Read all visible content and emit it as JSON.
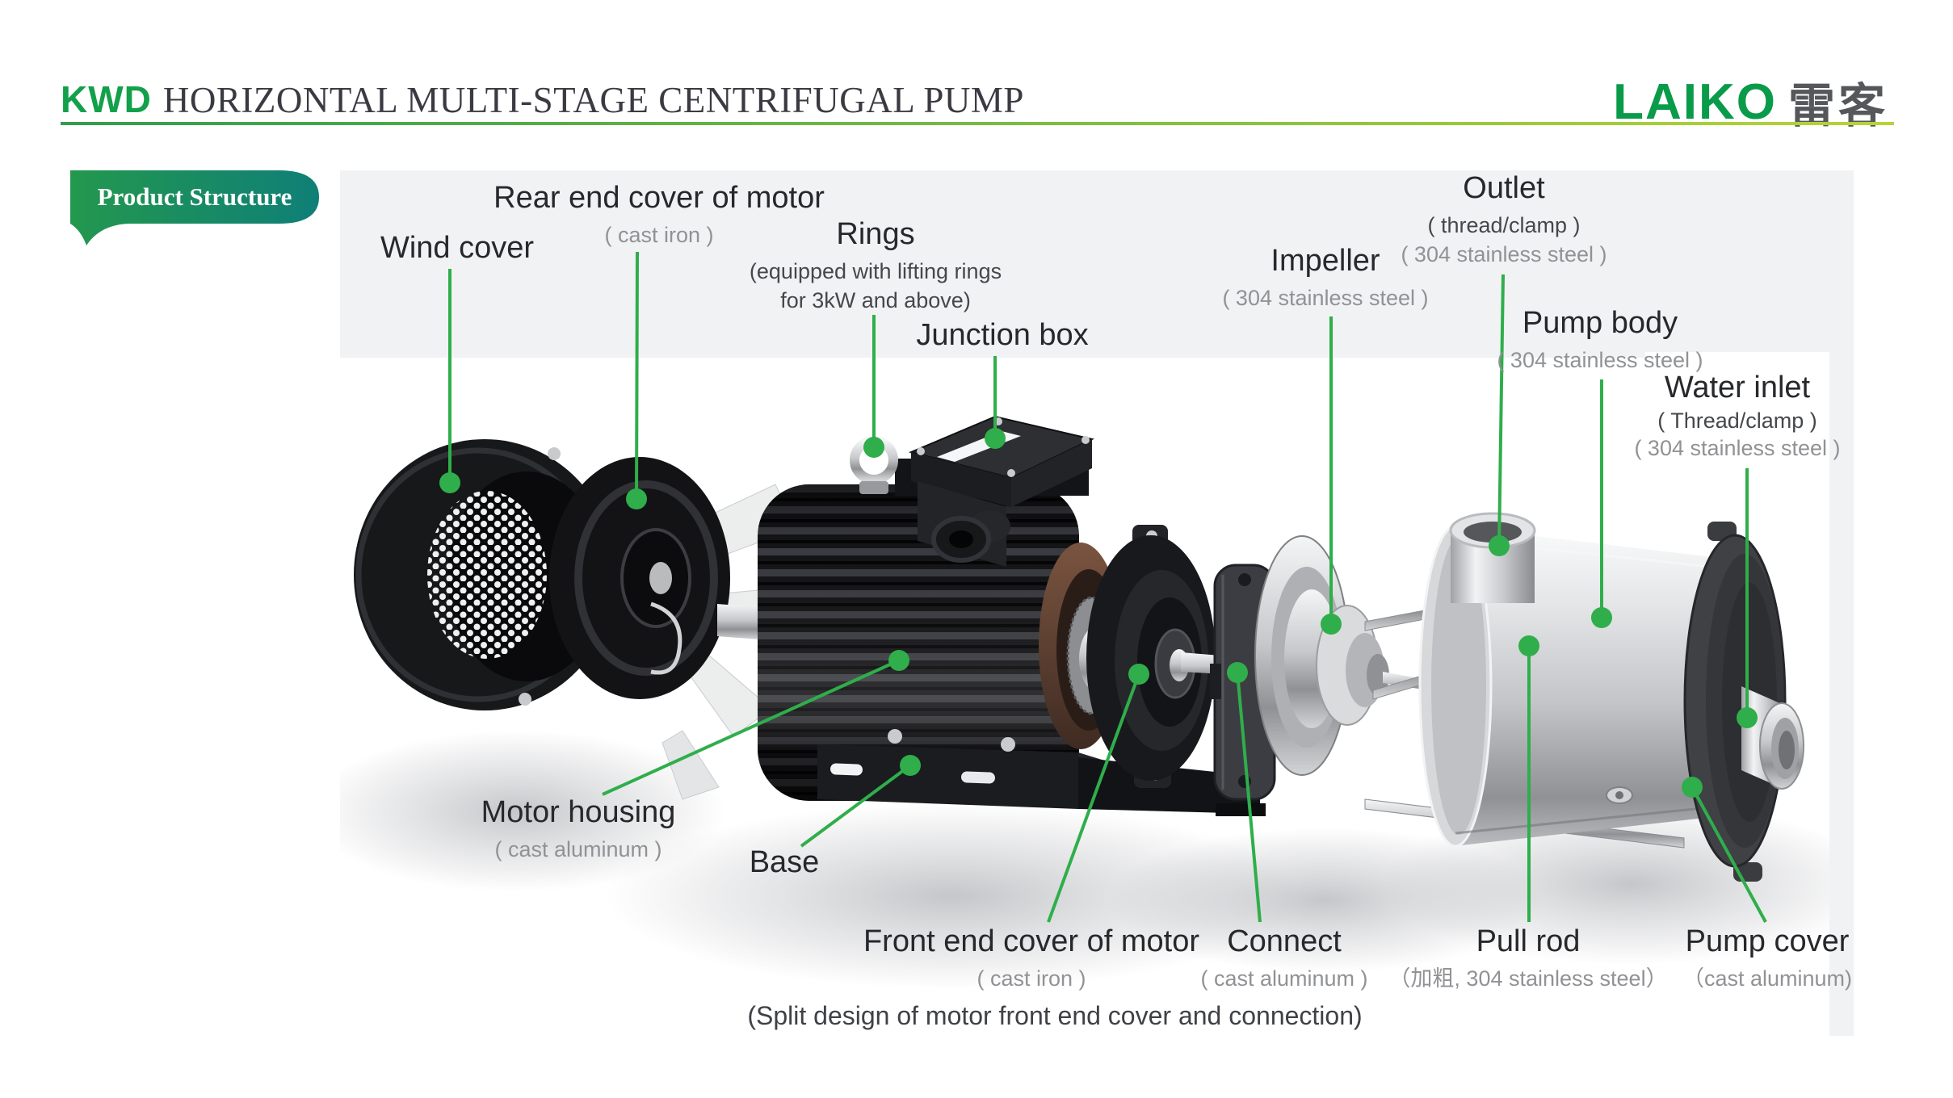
{
  "header": {
    "brand": "KWD",
    "title": "HORIZONTAL MULTI-STAGE CENTRIFUGAL PUMP"
  },
  "logo": {
    "latin": "LAIKO",
    "cjk": "雷客"
  },
  "section_badge": {
    "label": "Product Structure"
  },
  "colors": {
    "brand_green": "#13a04a",
    "logo_green": "#0a9b4a",
    "leader_green": "#2fae4b",
    "badge_gradient_left": "#23984e",
    "badge_gradient_right": "#0f7f77",
    "divider_from": "#2f9e4b",
    "divider_to": "#b6d435",
    "panel_gray": "#f1f2f4",
    "label_primary": "#26282c",
    "label_sub_gray": "#909295",
    "label_sub_dark": "#45474b"
  },
  "diagram": {
    "labels": [
      {
        "title": "Wind cover",
        "subs": []
      },
      {
        "title": "Rear end cover of motor",
        "subs": [
          "( cast iron )"
        ]
      },
      {
        "title": "Rings",
        "subs": [
          "(equipped with lifting rings",
          "for 3kW and above)"
        ]
      },
      {
        "title": "Junction box",
        "subs": []
      },
      {
        "title": "Impeller",
        "subs": [
          "( 304 stainless steel )"
        ]
      },
      {
        "title": "Outlet",
        "subs": [
          "( thread/clamp )",
          "( 304 stainless steel )"
        ]
      },
      {
        "title": "Pump body",
        "subs": [
          "( 304 stainless steel )"
        ]
      },
      {
        "title": "Water inlet",
        "subs": [
          "( Thread/clamp )",
          "( 304 stainless steel )"
        ]
      },
      {
        "title": "Motor housing",
        "subs": [
          "( cast aluminum )"
        ]
      },
      {
        "title": "Base",
        "subs": []
      },
      {
        "title": "Front end cover of motor",
        "subs": [
          "( cast iron )"
        ]
      },
      {
        "title": "Connect",
        "subs": [
          "( cast aluminum )"
        ]
      },
      {
        "title": "Pull rod",
        "subs": [
          "（加粗, 304 stainless steel）"
        ]
      },
      {
        "title": "Pump cover",
        "subs": [
          "（cast aluminum)"
        ]
      }
    ],
    "note": "(Split design of motor front end cover and connection)"
  }
}
